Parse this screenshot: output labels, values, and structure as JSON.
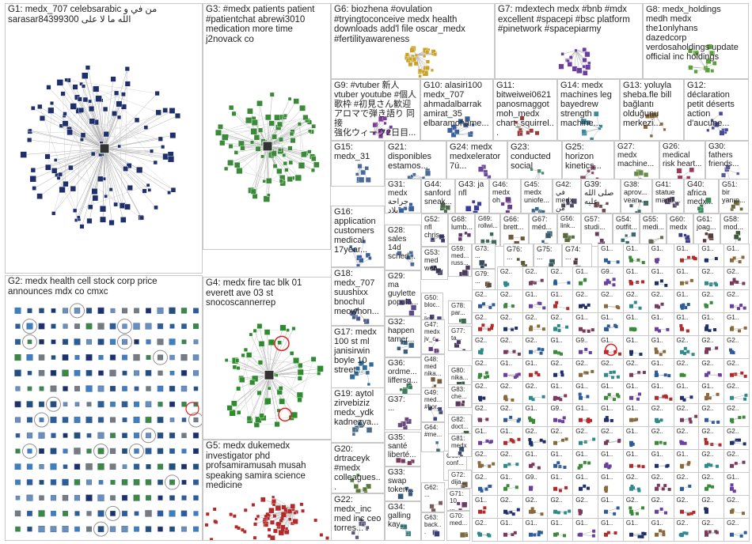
{
  "groups": [
    {
      "id": "G1",
      "label": "G1: medx_707 celebsarabic من في و\nsarasar84399300 الله ما لا على",
      "layout": "hub",
      "nodes": 120,
      "color": "#1f2f6b"
    },
    {
      "id": "G2",
      "label": "G2: medx health cell stock corp price\nannounces mdx co cmxc",
      "layout": "grid",
      "nodes": 250,
      "color": "#2d5c9a"
    },
    {
      "id": "G3",
      "label": "G3: #medx patients patient\n#patientchat abrewi3010\nmedication more time\nj2novack co",
      "layout": "hub",
      "nodes": 90,
      "color": "#3a8a3a"
    },
    {
      "id": "G4",
      "label": "G4: medx fire tac blk 01\neverett ave 03 st\nsnocoscannerrep",
      "layout": "hub",
      "nodes": 60,
      "color": "#2e8b2e"
    },
    {
      "id": "G5",
      "label": "G5: medx dukemedx\ninvestigator phd\nprofsamiramusah musah\nspeaking samira science\nmedicine",
      "layout": "cluster",
      "nodes": 40,
      "color": "#b22a2a"
    },
    {
      "id": "G6",
      "label": "G6: biozhena #ovulation\n#tryingtoconceive medx health\ndownloads add'l file oscar_medx\n#fertilityawareness",
      "layout": "cluster",
      "nodes": 30,
      "color": "#c9a227"
    },
    {
      "id": "G7",
      "label": "G7: mdextech medx #bnb #mdx\nexcellent #spacepi #bsc platform\n#pinetwork #spacepiarmy",
      "layout": "cluster",
      "nodes": 18,
      "color": "#6a3fa0"
    },
    {
      "id": "G8",
      "label": "G8: medx_holdings\nmedh medx\nthe1onlyhans\ndazedcorp\nverdosaholdings update\nofficial inc holdings",
      "layout": "cluster",
      "nodes": 14,
      "color": "#5b9e3b"
    },
    {
      "id": "G9",
      "label": "G9: #vtuber 新人\nvtuber youtube #個人\n歌枠 #初見さん歓迎\nアロマで弾き語り 同接\n強化ウィーク2日目...",
      "layout": "cluster",
      "nodes": 14,
      "color": "#7a3b9a"
    },
    {
      "id": "G10",
      "label": "G10: alasiri100\nmedx_707\nahmadalbarrak\namirat_35\nelbaramohame...",
      "layout": "cluster",
      "nodes": 10,
      "color": "#3b5f9a"
    },
    {
      "id": "G11",
      "label": "G11:\nbitweiwei0621\npanosmaggot\nmoh_medx\nchart_squirrel...",
      "layout": "cluster",
      "nodes": 8,
      "color": "#9a3b3b"
    },
    {
      "id": "G14",
      "label": "G14: medx\nmachines leg\nbayedrew\nstrength\nmachine...",
      "layout": "cluster",
      "nodes": 8,
      "color": "#3b8a9a"
    },
    {
      "id": "G13",
      "label": "G13: yoluyla\nsheba.fle bill\nbağlantı\nolduğunu\nmerkezi...",
      "layout": "cluster",
      "nodes": 8,
      "color": "#8a6a3b"
    },
    {
      "id": "G12",
      "label": "G12:\ndéclaration\npetit déserts\naction\nd'aucune...",
      "layout": "cluster",
      "nodes": 8,
      "color": "#4a4a9a"
    },
    {
      "id": "G15",
      "label": "G15:\nmedx_31",
      "layout": "cluster",
      "nodes": 8,
      "color": "#4a6a9a"
    },
    {
      "id": "G21",
      "label": "G21:\ndisponibles\nestamos...",
      "layout": "cluster",
      "nodes": 8,
      "color": "#4a6a9a"
    },
    {
      "id": "G24",
      "label": "G24: medx\nmedxelerator\n7ú...",
      "layout": "cluster",
      "nodes": 8,
      "color": "#6a4a9a"
    },
    {
      "id": "G23",
      "label": "G23:\nconducted\nsocial",
      "layout": "cluster",
      "nodes": 6,
      "color": "#4a8a6a"
    },
    {
      "id": "G25",
      "label": "G25:\nhorizon\nkinetics...",
      "layout": "cluster",
      "nodes": 6,
      "color": "#8a4a6a"
    },
    {
      "id": "G27",
      "label": "G27:\nmedx\nmachine...",
      "layout": "cluster",
      "nodes": 6,
      "color": "#6a8a4a"
    },
    {
      "id": "G26",
      "label": "G26:\nmedical\nrisk heart...",
      "layout": "cluster",
      "nodes": 6,
      "color": "#9a3b5a"
    },
    {
      "id": "G30",
      "label": "G30:\nfathers\nfriends...",
      "layout": "cluster",
      "nodes": 6,
      "color": "#5a5a9a"
    },
    {
      "id": "G31",
      "label": "G31:\nmedx\nجراحة بلاد",
      "layout": "cluster",
      "nodes": 5,
      "color": "#3b5f9a"
    },
    {
      "id": "G44",
      "label": "G44:\nsanford\nsneak...",
      "layout": "cluster",
      "nodes": 5,
      "color": "#4a6a4a"
    },
    {
      "id": "G43",
      "label": "G43: ja\nnfl",
      "layout": "cluster",
      "nodes": 5,
      "color": "#3b3b9a"
    },
    {
      "id": "G46",
      "label": "G46:\nmedx\noh",
      "layout": "cluster",
      "nodes": 5,
      "color": "#6a3b8a"
    },
    {
      "id": "G45",
      "label": "G45:\nmedx\nuniofe...",
      "layout": "cluster",
      "nodes": 5,
      "color": "#3b6a8a"
    },
    {
      "id": "G42",
      "label": "G42: في\nmedx\nمن",
      "layout": "cluster",
      "nodes": 5,
      "color": "#4a4a6a"
    },
    {
      "id": "G39",
      "label": "G39:\nصلى الله\nعليه",
      "layout": "cluster",
      "nodes": 5,
      "color": "#6a4a4a"
    },
    {
      "id": "G38",
      "label": "G38:\naprov...\nvean...",
      "layout": "cluster",
      "nodes": 5,
      "color": "#4a6a6a"
    },
    {
      "id": "G41",
      "label": "G41:\nstatue\nmandi...",
      "layout": "cluster",
      "nodes": 5,
      "color": "#5a4a6a"
    },
    {
      "id": "G40",
      "label": "G40:\nafrica\nmedx...",
      "layout": "cluster",
      "nodes": 5,
      "color": "#3b8a5a"
    },
    {
      "id": "G51",
      "label": "G51:\nbir\nyanın...",
      "layout": "cluster",
      "nodes": 5,
      "color": "#6a6a3b"
    },
    {
      "id": "G16",
      "label": "G16:\napplication\ncustomers\nmedical\n17year...",
      "layout": "cluster",
      "nodes": 8,
      "color": "#3b5f9a"
    },
    {
      "id": "G28",
      "label": "G28:\nsales\n14d\nsched...",
      "layout": "cluster",
      "nodes": 5,
      "color": "#4a6a9a"
    },
    {
      "id": "G52",
      "label": "G52:\nnfl\nchris...",
      "layout": "cluster",
      "nodes": 4,
      "color": "#3b3b6a"
    },
    {
      "id": "G68",
      "label": "G68:\nlumb...",
      "layout": "cluster",
      "nodes": 4,
      "color": "#5a3b6a"
    },
    {
      "id": "G69",
      "label": "G69:\nrollwi...",
      "layout": "cluster",
      "nodes": 4,
      "color": "#3b6a5a"
    },
    {
      "id": "G66",
      "label": "G66:\nbrett...",
      "layout": "cluster",
      "nodes": 4,
      "color": "#6a5a3b"
    },
    {
      "id": "G67",
      "label": "G67:\nméd...",
      "layout": "cluster",
      "nodes": 4,
      "color": "#3b5a6a"
    },
    {
      "id": "G56",
      "label": "G56:\nlink...",
      "layout": "cluster",
      "nodes": 4,
      "color": "#5a6a3b"
    },
    {
      "id": "G57",
      "label": "G57:\nstudi...",
      "layout": "cluster",
      "nodes": 4,
      "color": "#6a3b5a"
    },
    {
      "id": "G54",
      "label": "G54:\noutfit...",
      "layout": "cluster",
      "nodes": 4,
      "color": "#3b6a6a"
    },
    {
      "id": "G55",
      "label": "G55:\nmedi...",
      "layout": "cluster",
      "nodes": 4,
      "color": "#6a6a5a"
    },
    {
      "id": "G60",
      "label": "G60:\nmedx",
      "layout": "cluster",
      "nodes": 4,
      "color": "#3b3b8a"
    },
    {
      "id": "G61",
      "label": "G61:\njoag...",
      "layout": "cluster",
      "nodes": 4,
      "color": "#5a3b3b"
    },
    {
      "id": "G58",
      "label": "G58:\nmod...",
      "layout": "cluster",
      "nodes": 4,
      "color": "#3b5a3b"
    },
    {
      "id": "G18",
      "label": "G18:\nmedx_707\nsuushixx\nbnochul\nmeowhon...",
      "layout": "cluster",
      "nodes": 8,
      "color": "#4a5a8a"
    },
    {
      "id": "G29",
      "label": "G29:\nma\nguylette\npopula...",
      "layout": "cluster",
      "nodes": 5,
      "color": "#5a4a8a"
    },
    {
      "id": "G53",
      "label": "G53:\nmed\nwen...",
      "layout": "cluster",
      "nodes": 4,
      "color": "#3b3b5a"
    },
    {
      "id": "G59",
      "label": "G59:\nmed...\nruss...",
      "layout": "cluster",
      "nodes": 4,
      "color": "#4a3b5a"
    },
    {
      "id": "G73",
      "label": "G73:\n...",
      "layout": "cluster",
      "nodes": 3,
      "color": "#3b4a5a"
    },
    {
      "id": "G76",
      "label": "G76:\n...",
      "layout": "cluster",
      "nodes": 3,
      "color": "#5a5a3b"
    },
    {
      "id": "G75",
      "label": "G75:\n...",
      "layout": "cluster",
      "nodes": 3,
      "color": "#3b5a5a"
    },
    {
      "id": "G74",
      "label": "G74:\n...",
      "layout": "cluster",
      "nodes": 3,
      "color": "#5a3b4a"
    },
    {
      "id": "G17",
      "label": "G17: medx\n100 st ml\njanisirwin\nboyle 10\nstreet...",
      "layout": "cluster",
      "nodes": 8,
      "color": "#2e6b9a"
    },
    {
      "id": "G50",
      "label": "G50:\nbloc...\nlink...",
      "layout": "cluster",
      "nodes": 4,
      "color": "#4a4a7a"
    },
    {
      "id": "G32",
      "label": "G32:\nhappen\ntamer...",
      "layout": "cluster",
      "nodes": 5,
      "color": "#3b5f7a"
    },
    {
      "id": "G47",
      "label": "G47:\nmedx\njv_c...",
      "layout": "cluster",
      "nodes": 4,
      "color": "#5a3b7a"
    },
    {
      "id": "G36",
      "label": "G36:\nordme...\nliffersg...",
      "layout": "cluster",
      "nodes": 5,
      "color": "#3b7a5a"
    },
    {
      "id": "G48",
      "label": "G48:\nmed\nnika...",
      "layout": "cluster",
      "nodes": 4,
      "color": "#7a5a3b"
    },
    {
      "id": "G19",
      "label": "G19: aytol\nzirvebiziz\nmedx_ydk\nkadnezya...",
      "layout": "cluster",
      "nodes": 8,
      "color": "#4a6a8a"
    },
    {
      "id": "G37",
      "label": "G37:\n...",
      "layout": "cluster",
      "nodes": 5,
      "color": "#6a4a7a"
    },
    {
      "id": "G49",
      "label": "G49:\nmed...\n#hor...",
      "layout": "cluster",
      "nodes": 4,
      "color": "#3b4a7a"
    },
    {
      "id": "G20",
      "label": "G20:\ndrtraceyk\n#medx\ncolleagues...",
      "layout": "cluster",
      "nodes": 8,
      "color": "#5a7a3b"
    },
    {
      "id": "G64",
      "label": "G64:\n#me...",
      "layout": "cluster",
      "nodes": 3,
      "color": "#3b6a7a"
    },
    {
      "id": "G35",
      "label": "G35:\nsanté\nliberté...",
      "layout": "cluster",
      "nodes": 5,
      "color": "#7a3b5a"
    },
    {
      "id": "G65",
      "label": "G65:\nconf...",
      "layout": "cluster",
      "nodes": 3,
      "color": "#4a7a4a"
    },
    {
      "id": "G33",
      "label": "G33:\nswap\ntoken...",
      "layout": "cluster",
      "nodes": 5,
      "color": "#3b5a7a"
    },
    {
      "id": "G22",
      "label": "G22:\nmedx_inc\nmed inc ceo\ntorres...",
      "layout": "cluster",
      "nodes": 8,
      "color": "#5a5a7a"
    },
    {
      "id": "G62",
      "label": "G62:\n...",
      "layout": "cluster",
      "nodes": 3,
      "color": "#7a5a5a"
    },
    {
      "id": "G34",
      "label": "G34:\ngalling\nkay...",
      "layout": "cluster",
      "nodes": 5,
      "color": "#3b7a7a"
    },
    {
      "id": "G71",
      "label": "G71:\n10\n...",
      "layout": "cluster",
      "nodes": 3,
      "color": "#6a3b6a"
    },
    {
      "id": "G63",
      "label": "G63:\nback...",
      "layout": "cluster",
      "nodes": 3,
      "color": "#3b3b7a"
    },
    {
      "id": "G70",
      "label": "G70:\nmed...",
      "layout": "cluster",
      "nodes": 3,
      "color": "#7a6a3b"
    },
    {
      "id": "G80",
      "label": "G80:\nnika...",
      "layout": "cluster",
      "nodes": 3,
      "color": "#3b5a4a"
    },
    {
      "id": "G83",
      "label": "G83:\nche...",
      "layout": "cluster",
      "nodes": 3,
      "color": "#5a3b5a"
    },
    {
      "id": "G82",
      "label": "G82:\ndoct...",
      "layout": "cluster",
      "nodes": 3,
      "color": "#4a5a3b"
    },
    {
      "id": "G81",
      "label": "G81:\nmedx",
      "layout": "cluster",
      "nodes": 3,
      "color": "#3b4a6a"
    },
    {
      "id": "G72",
      "label": "G72:\ndija...",
      "layout": "cluster",
      "nodes": 3,
      "color": "#6a5a4a"
    },
    {
      "id": "G77",
      "label": "G77:\nta...",
      "layout": "cluster",
      "nodes": 3,
      "color": "#4a3b6a"
    },
    {
      "id": "G78",
      "label": "G78:\npar...",
      "layout": "cluster",
      "nodes": 3,
      "color": "#3b6a4a"
    },
    {
      "id": "G79",
      "label": "G79:\n...",
      "layout": "cluster",
      "nodes": 3,
      "color": "#5a4a3b"
    }
  ],
  "small_groups": {
    "labels": [
      "G1..",
      "G1..",
      "G1..",
      "G1..",
      "G1..",
      "G1..",
      "G2..",
      "G2..",
      "G2..",
      "G1..",
      "G9..",
      "G1..",
      "G1..",
      "G1..",
      "G2..",
      "G2..",
      "G2..",
      "G2..",
      "G1..",
      "G1..",
      "G2..",
      "G2..",
      "G2..",
      "G2..",
      "G1..",
      "G2..",
      "G2..",
      "G2..",
      "G2..",
      "G2..",
      "G2..",
      "G1.."
    ],
    "colors": [
      "#2d5c9a",
      "#3a8a3a",
      "#6a3fa0",
      "#b22a2a",
      "#1f2f6b",
      "#8a6a3b",
      "#2e8b8b",
      "#7a3b5a"
    ]
  },
  "edge_color": "#b0b0b0",
  "self_loop_color": "#e02020"
}
